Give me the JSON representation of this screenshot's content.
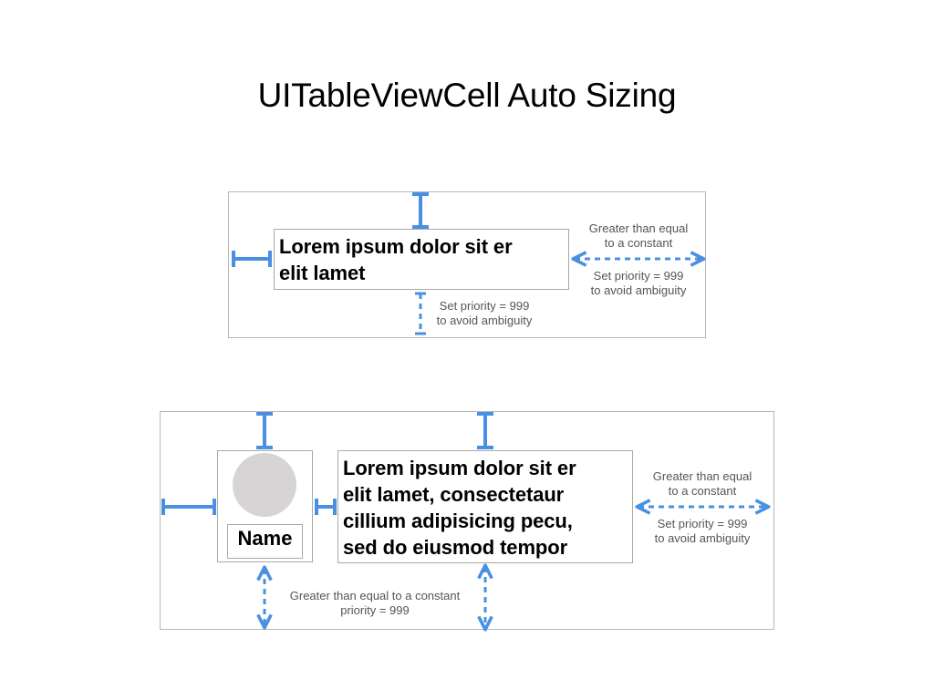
{
  "title": "UITableViewCell Auto Sizing",
  "colors": {
    "constraint": "#4a90e2",
    "border": "#b8b8b8",
    "avatar": "#d6d4d5"
  },
  "cell1": {
    "label_text_line1": "Lorem ipsum dolor sit er",
    "label_text_line2": "elit lamet",
    "right_note_line1": "Greater than equal",
    "right_note_line2": "to a constant",
    "right_priority_line1": "Set priority = 999",
    "right_priority_line2": "to avoid ambiguity",
    "bottom_priority_line1": "Set priority = 999",
    "bottom_priority_line2": "to avoid ambiguity"
  },
  "cell2": {
    "avatar_name": "Name",
    "label_text_line1": "Lorem ipsum dolor sit er",
    "label_text_line2": "elit lamet, consectetaur",
    "label_text_line3": "cillium adipisicing pecu,",
    "label_text_line4": "sed do eiusmod tempor",
    "right_note_line1": "Greater than equal",
    "right_note_line2": "to a constant",
    "right_priority_line1": "Set priority = 999",
    "right_priority_line2": "to avoid ambiguity",
    "bottom_note_line1": "Greater than equal to a constant",
    "bottom_note_line2": "priority = 999"
  }
}
